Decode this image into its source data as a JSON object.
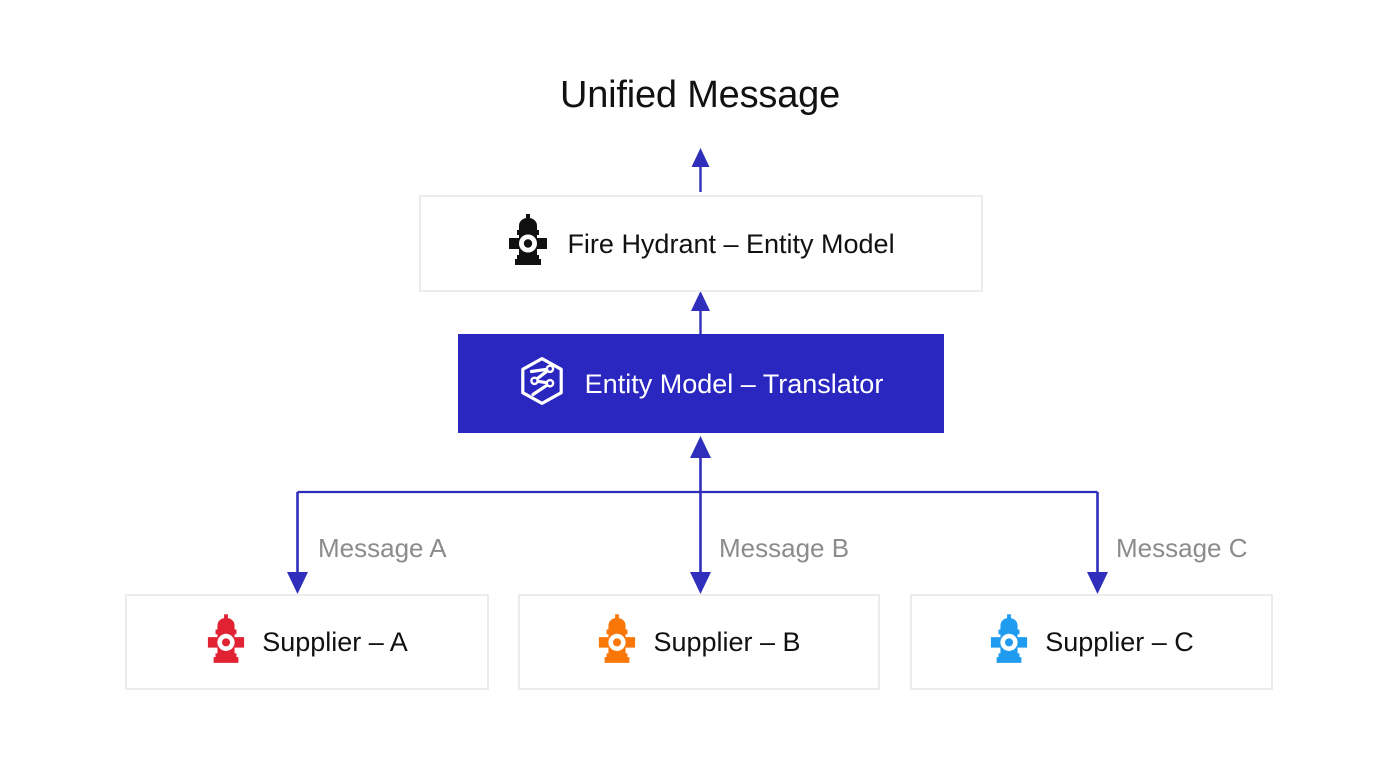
{
  "page": {
    "title": "Unified Message",
    "background": "#ffffff"
  },
  "colors": {
    "arrow": "#2f2fbb",
    "translator_fill": "#2a26c0",
    "box_border": "#ececec",
    "label_gray": "#8c8c8c",
    "text_dark": "#111111",
    "text_light": "#ffffff",
    "hydrant_black": "#111111",
    "hydrant_red": "#e02232",
    "hydrant_orange": "#f97707",
    "hydrant_blue": "#1f9bf0"
  },
  "nodes": {
    "entity_model": {
      "label": "Fire Hydrant – Entity Model",
      "icon": "fire-hydrant-icon",
      "icon_color": "#111111"
    },
    "translator": {
      "label": "Entity Model – Translator",
      "icon": "hexagon-node-icon",
      "icon_color": "#ffffff"
    }
  },
  "suppliers": [
    {
      "label": "Supplier – A",
      "icon": "fire-hydrant-icon",
      "icon_color": "#e02232",
      "message": "Message A"
    },
    {
      "label": "Supplier – B",
      "icon": "fire-hydrant-icon",
      "icon_color": "#f97707",
      "message": "Message B"
    },
    {
      "label": "Supplier – C",
      "icon": "fire-hydrant-icon",
      "icon_color": "#1f9bf0",
      "message": "Message C"
    }
  ],
  "connectors": [
    {
      "name": "unified-message-arrow",
      "direction": "up",
      "from": "entity-model-box",
      "to": "unified-message-title"
    },
    {
      "name": "translator-to-entity-model-arrow",
      "direction": "up",
      "from": "translator-box",
      "to": "entity-model-box"
    },
    {
      "name": "translator-to-supplier-b-arrow",
      "direction": "both",
      "from": "translator-box",
      "to": "supplier-box-b"
    },
    {
      "name": "bus-to-supplier-a-arrow",
      "direction": "down",
      "from": "message-bus",
      "to": "supplier-box-a"
    },
    {
      "name": "bus-to-supplier-c-arrow",
      "direction": "down",
      "from": "message-bus",
      "to": "supplier-box-c"
    }
  ]
}
